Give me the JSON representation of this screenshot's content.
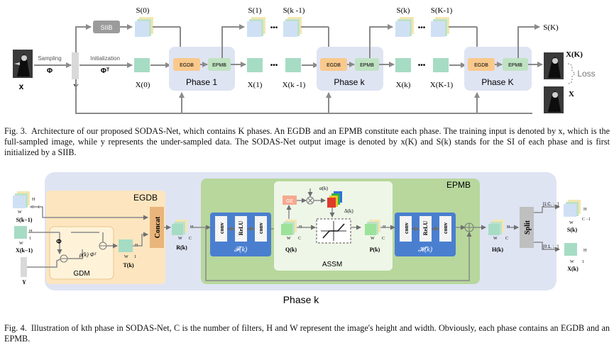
{
  "fig3": {
    "s0": "S(0)",
    "s1": "S(1)",
    "sk1": "S(k -1)",
    "sk": "S(k)",
    "sK1": "S(K-1)",
    "sK": "S(K)",
    "x_in": "x",
    "y_sym": "Y",
    "x0": "X(0)",
    "x1": "X(1)",
    "xk1": "X(k -1)",
    "xk": "X(k)",
    "xK1": "X(K-1)",
    "xK": "X(K)",
    "x_gt": "X",
    "sampling": "Sampling",
    "phi": "Φ",
    "initialization": "Initialization",
    "phiT": "Φᵀ",
    "siib": "SIIB",
    "egdb": "EGDB",
    "epmb": "EPMB",
    "phase1": "Phase 1",
    "phasek": "Phase k",
    "phaseK": "Phase K",
    "loss": "Loss",
    "dots": "•••"
  },
  "fig3_caption": {
    "label": "Fig. 3.",
    "text": "Architecture of our proposed SODAS-Net, which contains K phases. An EGDB and an EPMB constitute each phase. The training input is denoted by x, which is the full-sampled image, while y represents the under-sampled data. The SODAS-Net output image is denoted by x(K) and S(k) stands for the SI of each phase and is first initialized by a SIIB."
  },
  "fig4": {
    "egdb": "EGDB",
    "epmb": "EPMB",
    "gdm": "GDM",
    "assm": "ASSM",
    "concat": "Concat",
    "split": "Split",
    "conv": "conv",
    "relu": "ReLU",
    "fk": "𝓕(k)",
    "hk": "𝓗(k)",
    "ge": "GE",
    "s_in": "S(k−1)",
    "x_in": "X(k−1)",
    "y_in": "Y",
    "r": "R(k)",
    "t": "T(k)",
    "q": "Q(k)",
    "p": "P(k)",
    "h": "H(k)",
    "s_out": "S(k)",
    "x_out": "X(k)",
    "alpha": "α(k)",
    "delta": "Δ(k)",
    "phi": "Φ",
    "rho": "ρ(k) Φᵀ",
    "dim_h": "H",
    "dim_w": "W",
    "dim_c": "C",
    "dim_c1": "C −1",
    "dim_1": "1",
    "split_top": "[1:C, :, :]",
    "split_bot": "[0:1, :, :]",
    "phase": "Phase k"
  },
  "fig4_caption": {
    "label": "Fig. 4.",
    "text": "Illustration of kth phase in SODAS-Net, C is the number of filters, H and W represent the image's height and width. Obviously, each phase contains an EGDB and an EPMB."
  },
  "colors": {
    "phase_bg": "#dfe4f3",
    "egdb_fill": "#f9c98c",
    "epmb_fill": "#bfe3c2",
    "siib_fill": "#9b9b9b",
    "conv_fill": "#4a7fd0",
    "egdb_bg": "#fde6bf",
    "epmb_bg": "#b7d79c",
    "assm_bg": "#eef6e8",
    "x_box": "#a6dcc4",
    "s_box_front": "#cfe0f5",
    "line": "#8a8a8a"
  }
}
